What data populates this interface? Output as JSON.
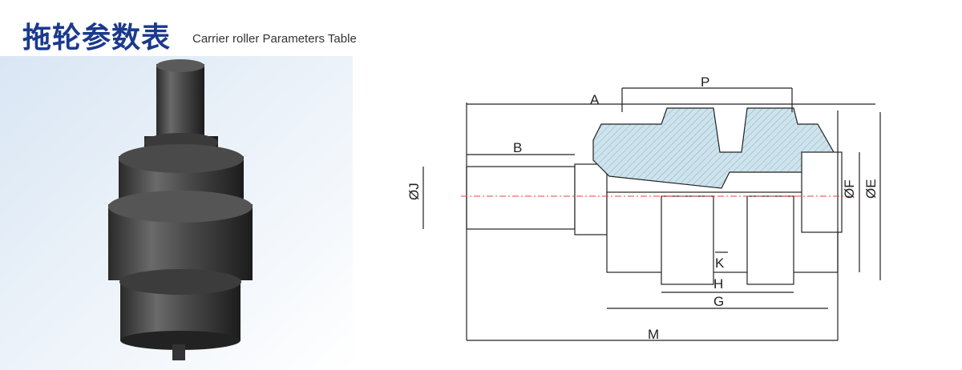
{
  "title_cn": "拖轮参数表",
  "title_en": "Carrier roller Parameters Table",
  "dimension_labels": {
    "A": "A",
    "B": "B",
    "P": "P",
    "K": "K",
    "H": "H",
    "G": "G",
    "M": "M",
    "J": "ØJ",
    "F": "ØF",
    "E": "ØE"
  },
  "colors": {
    "title": "#1a3a8c",
    "hatch": "#7fb3c8",
    "centerline": "#e8463a"
  }
}
